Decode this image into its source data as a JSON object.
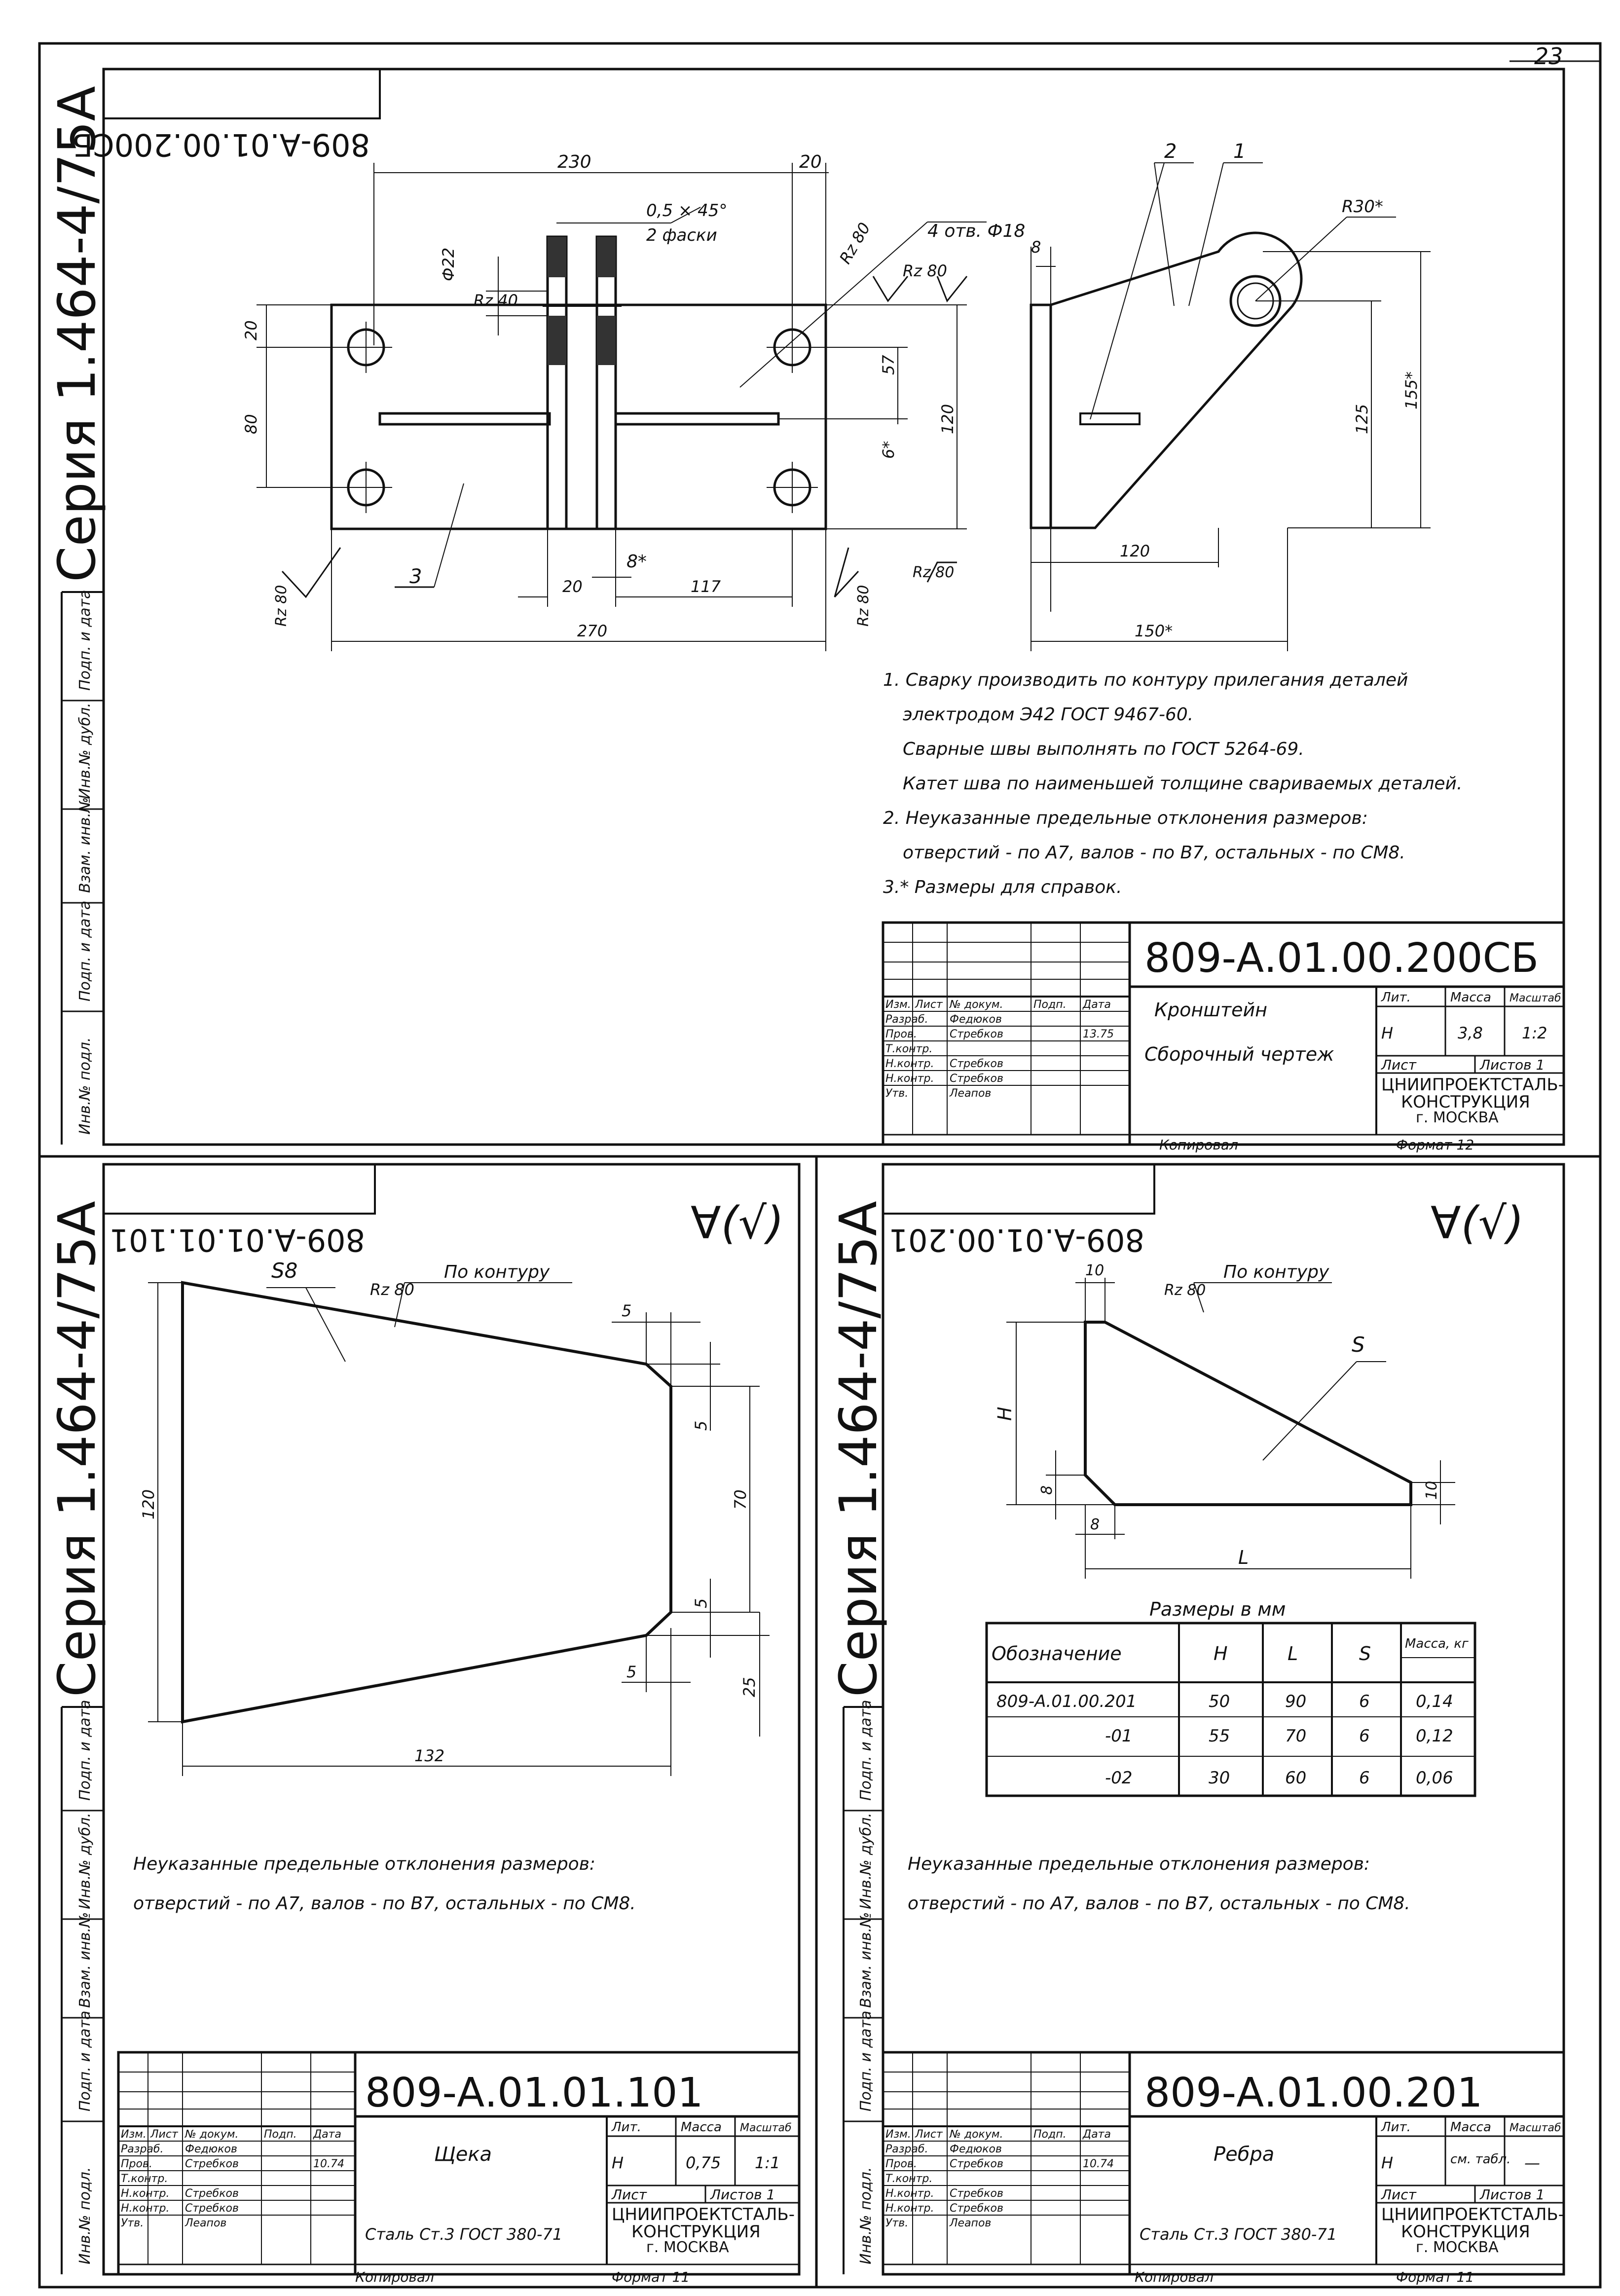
{
  "page_number": "23",
  "sheet1": {
    "series": "Серия 1.464-4/75А",
    "code_stamp": "809-А.01.00.200СБ",
    "dims": {
      "d230": "230",
      "d20": "20",
      "chamfer": "0,5 × 45°",
      "chamfer2": "2 фаски",
      "holes": "4 отв. Ф18",
      "rz80": "Rz 80",
      "rz40": "Rz 40",
      "phi22": "Ф22",
      "d20v": "20",
      "d80": "80",
      "d57": "57",
      "d6": "6*",
      "d120v": "120",
      "d8s": "8*",
      "d20b": "20",
      "d117": "117",
      "d270": "270",
      "d8": "8",
      "r30": "R30*",
      "d125": "125",
      "d155": "155*",
      "d120h": "120",
      "d150": "150*"
    },
    "pos": {
      "p1": "1",
      "p2": "2",
      "p3": "3"
    },
    "notes": [
      "1. Сварку производить по контуру прилегания деталей",
      "электродом Э42 ГОСТ 9467-60.",
      "Сварные швы выполнять по ГОСТ 5264-69.",
      "Катет шва по наименьшей толщине свариваемых деталей.",
      "2. Неуказанные предельные отклонения размеров:",
      "отверстий - по А7, валов - по В7, остальных - по СМ8.",
      "3.* Размеры для справок."
    ],
    "title": {
      "code": "809-А.01.00.200СБ",
      "name": "Кронштейн",
      "doc": "Сборочный чертеж",
      "lit_hdr": "Лит.",
      "mass_hdr": "Масса",
      "scale_hdr": "Масштаб",
      "lit": "Н",
      "mass": "3,8",
      "scale": "1:2",
      "sheet": "Лист",
      "sheets": "Листов 1",
      "org": "ЦНИИПРОЕКТСТАЛЬ-",
      "org2": "КОНСТРУКЦИЯ",
      "city": "г. МОСКВА",
      "copied": "Копировал",
      "format": "Формат 12",
      "rows": [
        [
          "Изм.",
          "Лист",
          "№ докум.",
          "Подп.",
          "Дата"
        ],
        [
          "Разраб.",
          "Федюков",
          "",
          "",
          ""
        ],
        [
          "Пров.",
          "Стребков",
          "",
          "",
          "13.75"
        ],
        [
          "Т.контр.",
          "",
          "",
          "",
          ""
        ],
        [
          "Н.контр.",
          "Стребков",
          "",
          "",
          ""
        ],
        [
          "Н.контр.",
          "Стребков",
          "",
          "",
          ""
        ],
        [
          "Утв.",
          "Леапов",
          "",
          "",
          ""
        ]
      ]
    }
  },
  "sheet2": {
    "series": "Серия 1.464-4/75А",
    "code_stamp": "809-А.01.01.101",
    "dims": {
      "s8": "S8",
      "rz80": "Rz 80",
      "contour": "По контуру",
      "d5a": "5",
      "d5b": "5",
      "d70": "70",
      "d5c": "5",
      "d5d": "5",
      "d25": "25",
      "d120": "120",
      "d132": "132"
    },
    "notes": [
      "Неуказанные предельные отклонения размеров:",
      "отверстий - по А7, валов - по В7, остальных - по СМ8."
    ],
    "title": {
      "code": "809-А.01.01.101",
      "name": "Щека",
      "material": "Сталь Ст.3 ГОСТ 380-71",
      "lit_hdr": "Лит.",
      "mass_hdr": "Масса",
      "scale_hdr": "Масштаб",
      "lit": "Н",
      "mass": "0,75",
      "scale": "1:1",
      "sheet": "Лист",
      "sheets": "Листов 1",
      "org": "ЦНИИПРОЕКТСТАЛЬ-",
      "org2": "КОНСТРУКЦИЯ",
      "city": "г. МОСКВА",
      "copied": "Копировал",
      "format": "Формат 11",
      "rows": [
        [
          "Изм.",
          "Лист",
          "№ докум.",
          "Подп.",
          "Дата"
        ],
        [
          "Разраб.",
          "Федюков",
          "",
          "",
          ""
        ],
        [
          "Пров.",
          "Стребков",
          "",
          "",
          "10.74"
        ],
        [
          "Т.контр.",
          "",
          "",
          "",
          ""
        ],
        [
          "Н.контр.",
          "Стребков",
          "",
          "",
          ""
        ],
        [
          "Н.контр.",
          "Стребков",
          "",
          "",
          ""
        ],
        [
          "Утв.",
          "Леапов",
          "",
          "",
          ""
        ]
      ]
    }
  },
  "sheet3": {
    "series": "Серия 1.464-4/75А",
    "code_stamp": "809-А.01.00.201",
    "dims": {
      "d10": "10",
      "rz80": "Rz 80",
      "contour": "По контуру",
      "s": "S",
      "h": "H",
      "d8v": "8",
      "d8h": "8",
      "d10r": "10",
      "l": "L"
    },
    "table_title": "Размеры в мм",
    "table_headers": [
      "Обозначение",
      "H",
      "L",
      "S",
      "Масса, кг"
    ],
    "table_rows": [
      [
        "809-А.01.00.201",
        "50",
        "90",
        "6",
        "0,14"
      ],
      [
        "-01",
        "55",
        "70",
        "6",
        "0,12"
      ],
      [
        "-02",
        "30",
        "60",
        "6",
        "0,06"
      ]
    ],
    "notes": [
      "Неуказанные предельные отклонения размеров:",
      "отверстий - по А7, валов - по В7, остальных - по СМ8."
    ],
    "title": {
      "code": "809-А.01.00.201",
      "name": "Ребра",
      "material": "Сталь Ст.3 ГОСТ 380-71",
      "lit_hdr": "Лит.",
      "mass_hdr": "Масса",
      "scale_hdr": "Масштаб",
      "lit": "Н",
      "mass": "см. табл.",
      "scale": "—",
      "sheet": "Лист",
      "sheets": "Листов 1",
      "org": "ЦНИИПРОЕКТСТАЛЬ-",
      "org2": "КОНСТРУКЦИЯ",
      "city": "г. МОСКВА",
      "copied": "Копировал",
      "format": "Формат 11",
      "rows": [
        [
          "Изм.",
          "Лист",
          "№ докум.",
          "Подп.",
          "Дата"
        ],
        [
          "Разраб.",
          "Федюков",
          "",
          "",
          ""
        ],
        [
          "Пров.",
          "Стребков",
          "",
          "",
          "10.74"
        ],
        [
          "Т.контр.",
          "",
          "",
          "",
          ""
        ],
        [
          "Н.контр.",
          "Стребков",
          "",
          "",
          ""
        ],
        [
          "Н.контр.",
          "Стребков",
          "",
          "",
          ""
        ],
        [
          "Утв.",
          "Леапов",
          "",
          "",
          ""
        ]
      ]
    }
  },
  "sidebar_labels": [
    "Инв.№ подл.",
    "Подп. и дата",
    "Взам. инв.№",
    "Инв.№ дубл.",
    "Подп. и дата"
  ]
}
